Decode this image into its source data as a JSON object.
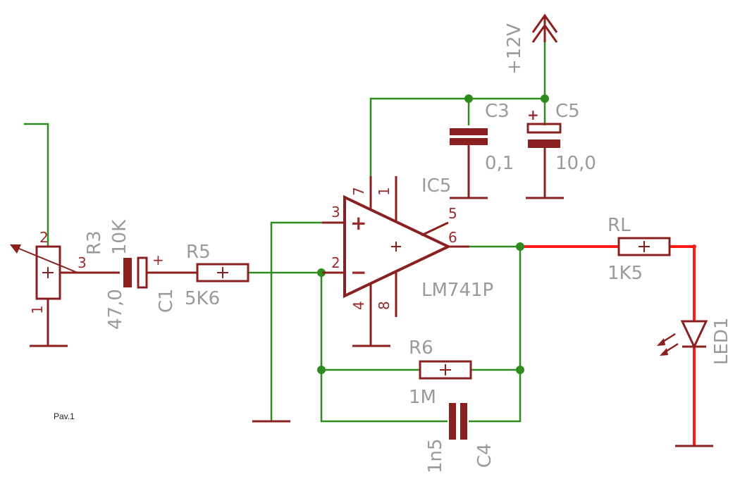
{
  "caption": "Pav.1",
  "supply": {
    "label": "+12V"
  },
  "components": {
    "r3": {
      "name": "R3",
      "value": "10K",
      "pins": [
        "1",
        "2",
        "3"
      ]
    },
    "c1": {
      "name": "C1",
      "value": "47,0",
      "polarity": "+"
    },
    "r5": {
      "name": "R5",
      "value": "5K6"
    },
    "r6": {
      "name": "R6",
      "value": "1M"
    },
    "c4": {
      "name": "C4",
      "value": "1n5"
    },
    "c3": {
      "name": "C3",
      "value": "0,1"
    },
    "c5": {
      "name": "C5",
      "value": "10,0",
      "polarity": "+"
    },
    "ic": {
      "name": "IC5",
      "part": "LM741P",
      "pins": [
        "1",
        "2",
        "3",
        "4",
        "5",
        "6",
        "7",
        "8"
      ],
      "plus": "+",
      "minus": "−"
    },
    "rl": {
      "name": "RL",
      "value": "1K5"
    },
    "led": {
      "name": "LED1"
    }
  },
  "colors": {
    "component": "#8b2020",
    "net": "#2e8b1e",
    "highlight": "#ff1a1a",
    "label": "#9a9a9a"
  }
}
